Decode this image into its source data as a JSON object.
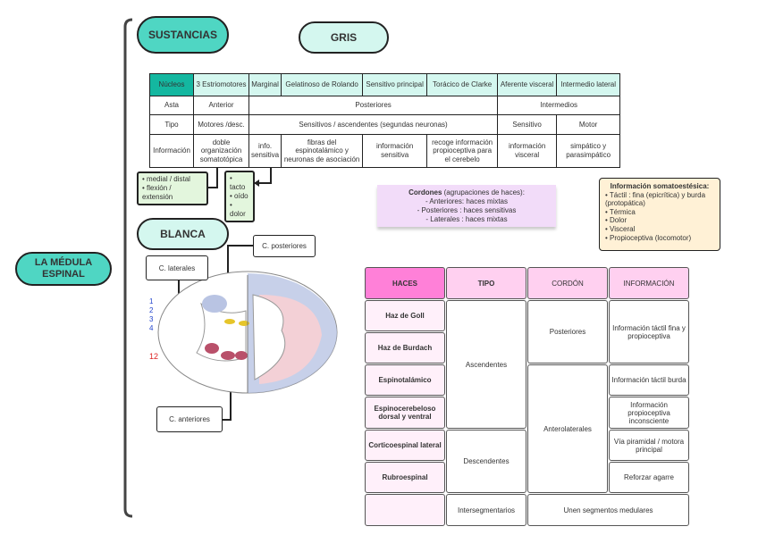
{
  "root": "LA MÉDULA ESPINAL",
  "sustancias": "SUSTANCIAS",
  "gris": "GRIS",
  "blanca": "BLANCA",
  "nucleos_table": {
    "headers": [
      "Núcleos",
      "3 Estriomotores",
      "Marginal",
      "Gelatinoso de Rolando",
      "Sensitivo principal",
      "Torácico de Clarke",
      "Aferente visceral",
      "Intermedio lateral"
    ],
    "asta": [
      "Asta",
      "Anterior",
      "Posteriores",
      "Intermedios"
    ],
    "tipo": [
      "Tipo",
      "Motores /desc.",
      "Sensitivos / ascendentes (segundas neuronas)",
      "Sensitivo",
      "Motor"
    ],
    "informacion": [
      "Información",
      "doble organización somatotópica",
      "info. sensitiva",
      "fibras del espinotalámico y neuronas de asociación",
      "información sensitiva",
      "recoge información propioceptiva para el cerebelo",
      "información visceral",
      "simpático y parasimpático"
    ]
  },
  "note_motor": [
    "medial / distal",
    "flexión / extensión"
  ],
  "note_sens": [
    "tacto",
    "oído",
    "dolor"
  ],
  "cordones": {
    "title": "Cordones",
    "subtitle": "(agrupaciones de haces):",
    "items": [
      "- Anteriores: haces mixtas",
      "- Posteriores : haces sensitivas",
      "- Laterales : haces mixtas"
    ]
  },
  "somato": {
    "title": "Información somatoestésica:",
    "items": [
      "Táctil : fina (epicrítica) y burda (protopática)",
      "Térmica",
      "Dolor",
      "Visceral",
      "Propioceptiva (locomotor)"
    ]
  },
  "labels": {
    "posteriores": "C. posteriores",
    "laterales": "C. laterales",
    "anteriores": "C. anteriores"
  },
  "haces_table": {
    "headers": [
      "HACES",
      "TIPO",
      "CORDÓN",
      "INFORMACIÓN"
    ],
    "haces": [
      "Haz de Goll",
      "Haz de Burdach",
      "Espinotalámico",
      "Espinocerebeloso dorsal y ventral",
      "Corticoespinal lateral",
      "Rubroespinal",
      ""
    ],
    "tipo": [
      "Ascendentes",
      "Descendentes",
      "Intersegmentarios"
    ],
    "cordon": [
      "Posteriores",
      "Anterolaterales"
    ],
    "info": [
      "Información táctil fina y propioceptiva",
      "Información táctil burda",
      "Información propioceptiva inconsciente",
      "Vía piramidal / motora principal",
      "Reforzar agarre"
    ],
    "last": "Unen segmentos medulares"
  },
  "colors": {
    "teal": "#4fd6c3",
    "teal_light": "#d4f7ef",
    "pink": "#ff80d8",
    "pink_light": "#ffd0f0",
    "lavender": "#f2dcf9",
    "cream": "#fff1d6",
    "green_note": "#e3f6dd"
  }
}
